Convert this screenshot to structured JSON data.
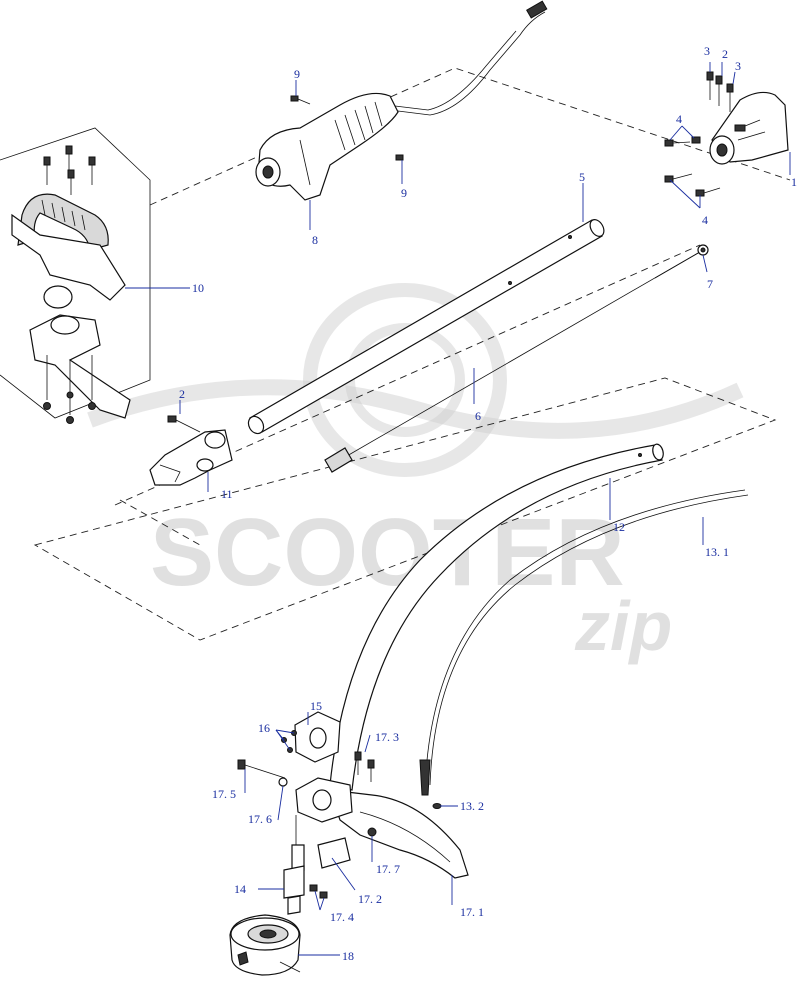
{
  "watermark": {
    "brand": "SCOOTER",
    "brand_suffix": "zip"
  },
  "callouts": [
    {
      "id": "c1",
      "text": "1"
    },
    {
      "id": "c2a",
      "text": "2"
    },
    {
      "id": "c2b",
      "text": "2"
    },
    {
      "id": "c3a",
      "text": "3"
    },
    {
      "id": "c3b",
      "text": "3"
    },
    {
      "id": "c4a",
      "text": "4"
    },
    {
      "id": "c4b",
      "text": "4"
    },
    {
      "id": "c5",
      "text": "5"
    },
    {
      "id": "c6",
      "text": "6"
    },
    {
      "id": "c7",
      "text": "7"
    },
    {
      "id": "c8",
      "text": "8"
    },
    {
      "id": "c9a",
      "text": "9"
    },
    {
      "id": "c9b",
      "text": "9"
    },
    {
      "id": "c10",
      "text": "10"
    },
    {
      "id": "c11",
      "text": "11"
    },
    {
      "id": "c12",
      "text": "12"
    },
    {
      "id": "c13_1",
      "text": "13. 1"
    },
    {
      "id": "c13_2",
      "text": "13. 2"
    },
    {
      "id": "c14",
      "text": "14"
    },
    {
      "id": "c15",
      "text": "15"
    },
    {
      "id": "c16",
      "text": "16"
    },
    {
      "id": "c17_1",
      "text": "17. 1"
    },
    {
      "id": "c17_2",
      "text": "17. 2"
    },
    {
      "id": "c17_3",
      "text": "17. 3"
    },
    {
      "id": "c17_4",
      "text": "17. 4"
    },
    {
      "id": "c17_5",
      "text": "17. 5"
    },
    {
      "id": "c17_6",
      "text": "17. 6"
    },
    {
      "id": "c17_7",
      "text": "17. 7"
    },
    {
      "id": "c18",
      "text": "18"
    }
  ]
}
